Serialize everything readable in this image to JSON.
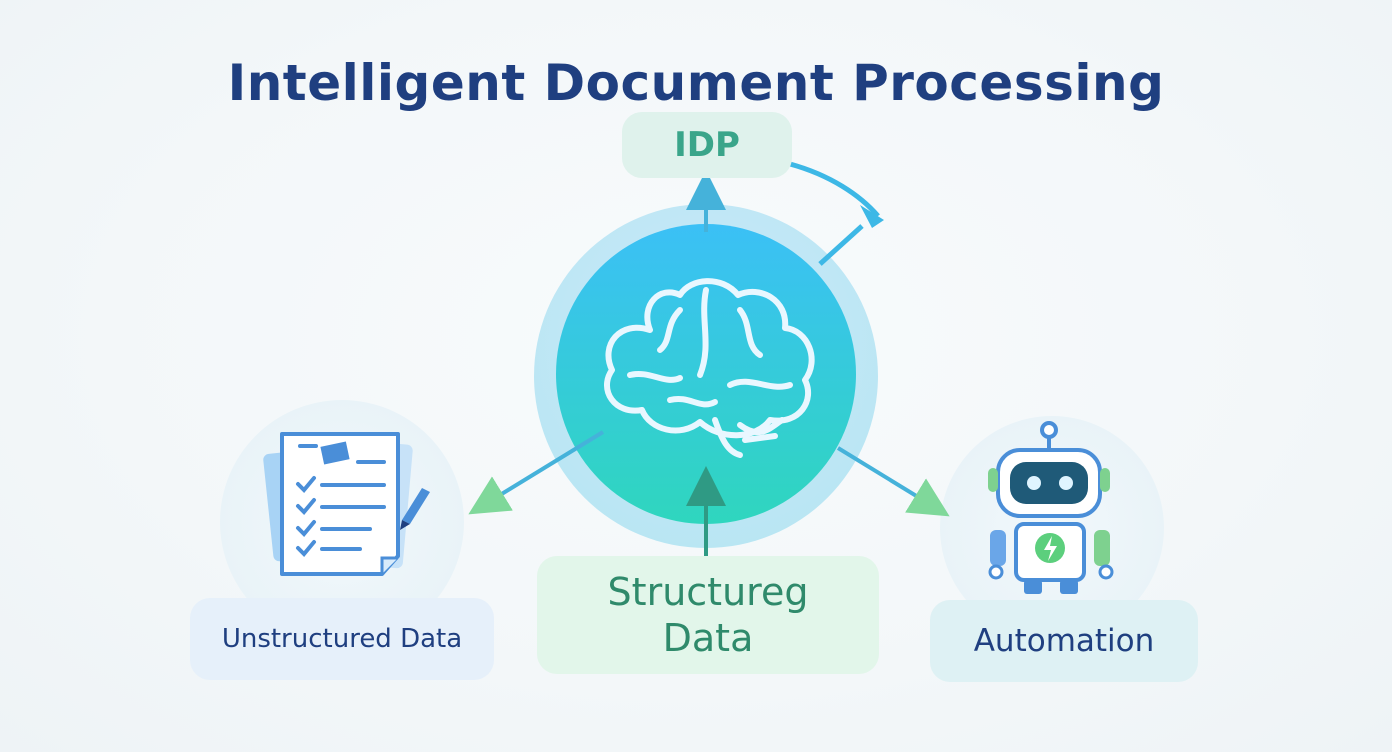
{
  "title": "Intelligent Document Processing",
  "nodes": {
    "idp": {
      "label": "IDP"
    },
    "unstructured": {
      "label": "Unstructured Data"
    },
    "structured": {
      "line1": "Structureg",
      "line2": "Data"
    },
    "automation": {
      "label": "Automation"
    }
  },
  "colors": {
    "title": "#1f3f80",
    "core_top": "#3cc4f6",
    "core_bottom": "#2fd3c0",
    "arrow_blue": "#45b2da",
    "arrow_green": "#6fd48a",
    "icon_blue": "#4a8ed8"
  },
  "icons": [
    "brain-icon",
    "document-checklist-icon",
    "pencil-icon",
    "robot-icon"
  ]
}
